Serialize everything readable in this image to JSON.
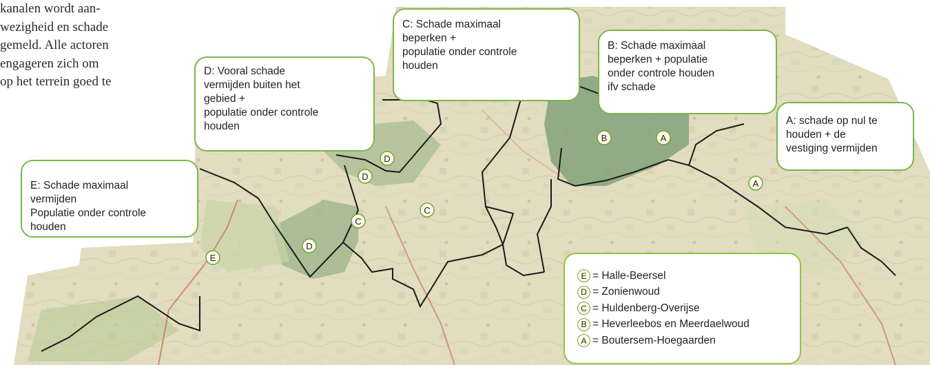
{
  "article": {
    "lines": [
      "kanalen wordt aan-",
      "wezigheid en schade",
      "gemeld. Alle actoren",
      "engageren zich om",
      "op het terrein goed te"
    ]
  },
  "callouts": {
    "c": {
      "lines": [
        "C: Schade maximaal",
        "beperken +",
        "populatie onder controle",
        "houden"
      ]
    },
    "b": {
      "lines": [
        "B: Schade maximaal",
        "beperken + populatie",
        "onder controle houden",
        "ifv schade"
      ]
    },
    "d": {
      "lines": [
        "D: Vooral schade",
        "vermijden buiten het",
        "gebied +",
        "populatie onder controle",
        "houden"
      ]
    },
    "a": {
      "lines": [
        "A: schade op nul te",
        "houden + de",
        "vestiging vermijden"
      ]
    },
    "e": {
      "lines": [
        "E: Schade maximaal",
        "vermijden",
        "Populatie onder controle",
        "houden"
      ]
    }
  },
  "markers": [
    "D",
    "D",
    "C",
    "C",
    "B",
    "A",
    "A",
    "D",
    "E"
  ],
  "legend": [
    {
      "badge": "E",
      "label": "= Halle-Beersel"
    },
    {
      "badge": "D",
      "label": "= Zonienwoud"
    },
    {
      "badge": "C",
      "label": "= Huldenberg-Overijse"
    },
    {
      "badge": "B",
      "label": "= Heverleebos en Meerdaelwoud"
    },
    {
      "badge": "A",
      "label": "= Boutersem-Hoegaarden"
    }
  ],
  "colors": {
    "callout_border": "#7ab648",
    "boundary": "#1a1a1a",
    "forest": "#7e9f78",
    "map_base": "#e2dcc0"
  }
}
